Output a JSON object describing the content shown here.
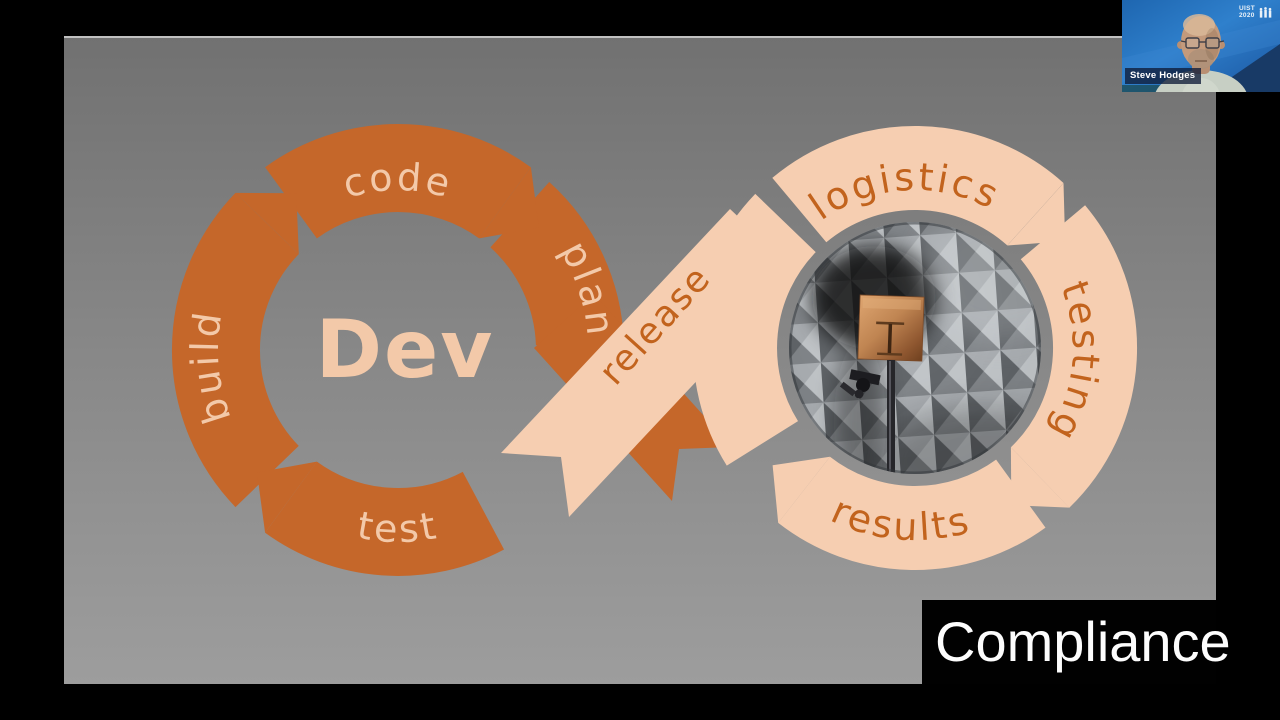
{
  "frame": {
    "caption_label": "Compliance"
  },
  "webcam": {
    "name_tag": "Steve Hodges",
    "badge": {
      "line1": "UIST",
      "line2": "2020"
    }
  },
  "diagram": {
    "dev_label": "Dev",
    "labels": {
      "build": "build",
      "code": "code",
      "plan": "plan",
      "test": "test",
      "release": "release",
      "logistics": "logistics",
      "testing": "testing",
      "results": "results"
    },
    "colors": {
      "dev_loop_orange": "#C5672A",
      "ops_loop_peach": "#F6CEB1",
      "text_on_peach": "#C2631D",
      "text_on_orange": "#F3C9A9"
    },
    "center_photo": "anechoic-chamber-patch-antenna-photo"
  }
}
